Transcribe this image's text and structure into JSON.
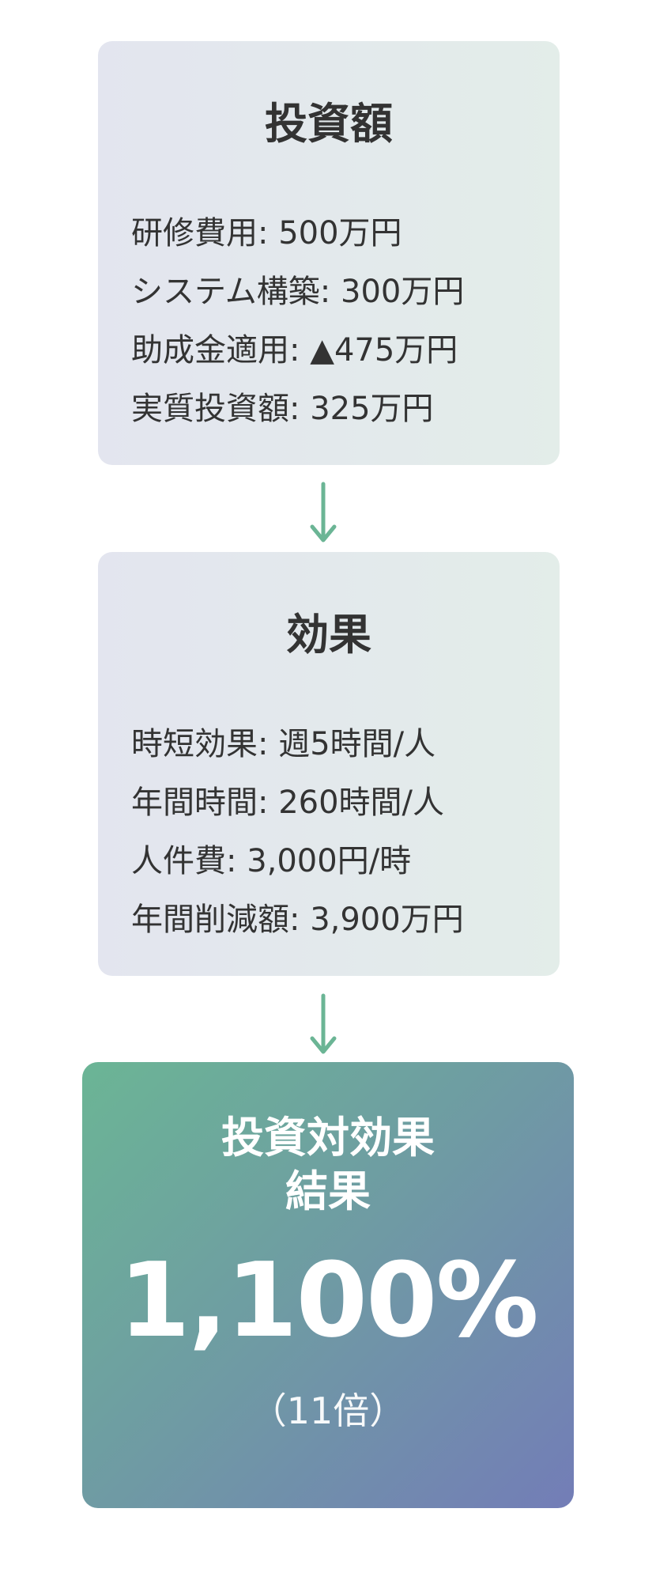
{
  "investment": {
    "title": "投資額",
    "lines": [
      "研修費用: 500万円",
      "システム構築: 300万円",
      "助成金適用: ▲475万円",
      "実質投資額: 325万円"
    ]
  },
  "effect": {
    "title": "効果",
    "lines": [
      "時短効果: 週5時間/人",
      "年間時間: 260時間/人",
      "人件費: 3,000円/時",
      "年間削減額: 3,900万円"
    ]
  },
  "result": {
    "title_line1": "投資対効果",
    "title_line2": "結果",
    "value": "1,100%",
    "sub": "（11倍）"
  },
  "colors": {
    "arrow": "#6bb595",
    "card_gradient_start": "#e3e5ef",
    "card_gradient_end": "#e3ede9",
    "result_gradient_start": "#6bb595",
    "result_gradient_end": "#737db7"
  }
}
